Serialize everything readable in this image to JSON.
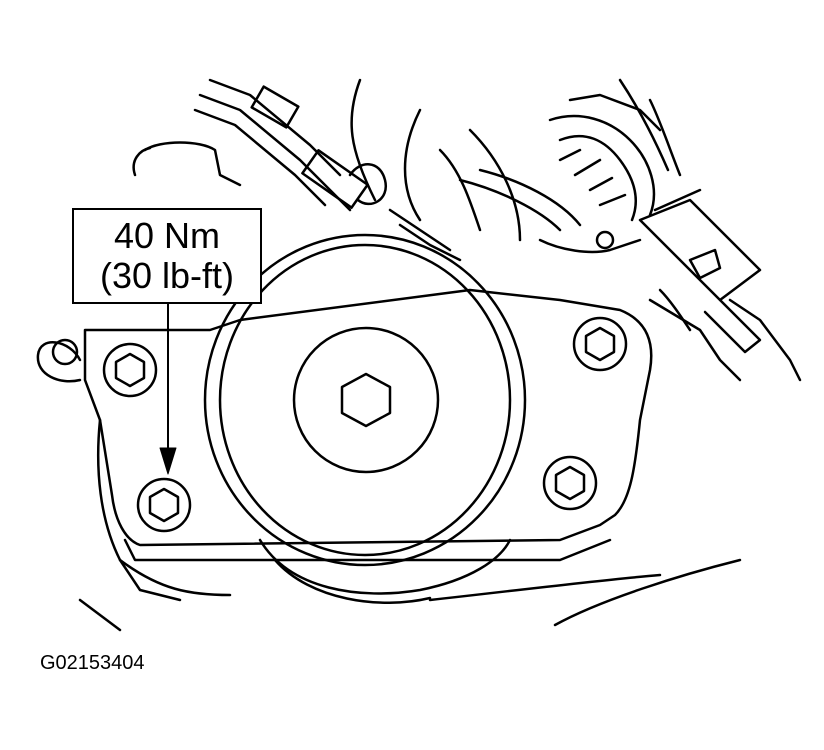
{
  "callout": {
    "torque_metric": "40 Nm",
    "torque_imperial": "(30 lb-ft)"
  },
  "figure_id": "G02153404",
  "colors": {
    "ink": "#000000",
    "paper": "#ffffff"
  }
}
